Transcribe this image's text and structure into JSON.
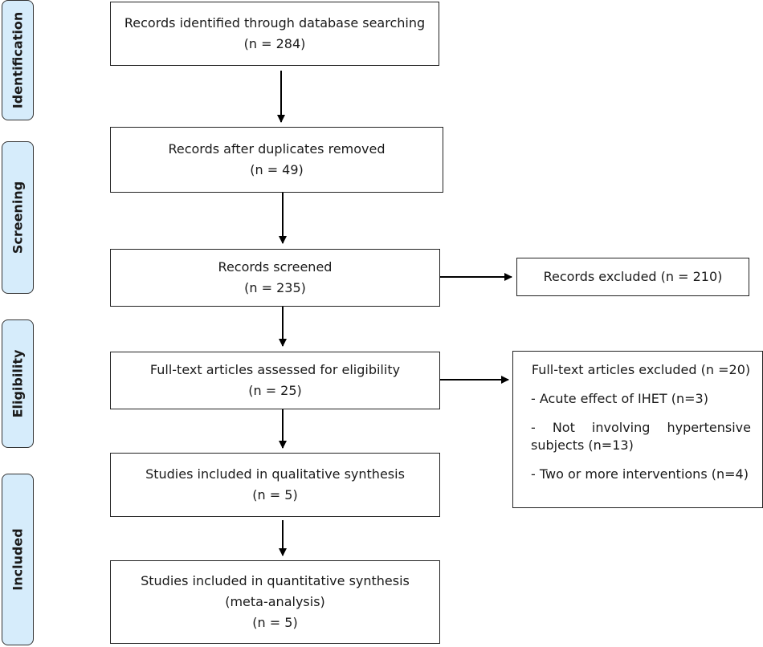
{
  "phases": {
    "identification": "Identification",
    "screening": "Screening",
    "eligibility": "Eligibility",
    "included": "Included"
  },
  "boxes": {
    "identified": {
      "line1": "Records identified through database searching",
      "line2": "(n = 284)"
    },
    "duplicates_removed": {
      "line1": "Records after duplicates removed",
      "line2": "(n = 49)"
    },
    "screened": {
      "line1": "Records screened",
      "line2": "(n = 235)"
    },
    "excluded": {
      "line1": "Records excluded (n = 210)"
    },
    "fulltext_assessed": {
      "line1": "Full-text articles assessed for eligibility",
      "line2": "(n = 25)"
    },
    "fulltext_excluded": {
      "title": "Full-text articles excluded (n =20)",
      "item1": "- Acute effect of IHET (n=3)",
      "item2_words": [
        "-",
        "Not",
        "involving",
        "hypertensive"
      ],
      "item2_rest": "subjects (n=13)",
      "item3": "- Two or more interventions (n=4)"
    },
    "qualitative": {
      "line1": "Studies included in qualitative synthesis",
      "line2": "(n = 5)"
    },
    "quantitative": {
      "line1": "Studies included in quantitative synthesis",
      "line2": "(meta-analysis)",
      "line3": "(n = 5)"
    }
  }
}
